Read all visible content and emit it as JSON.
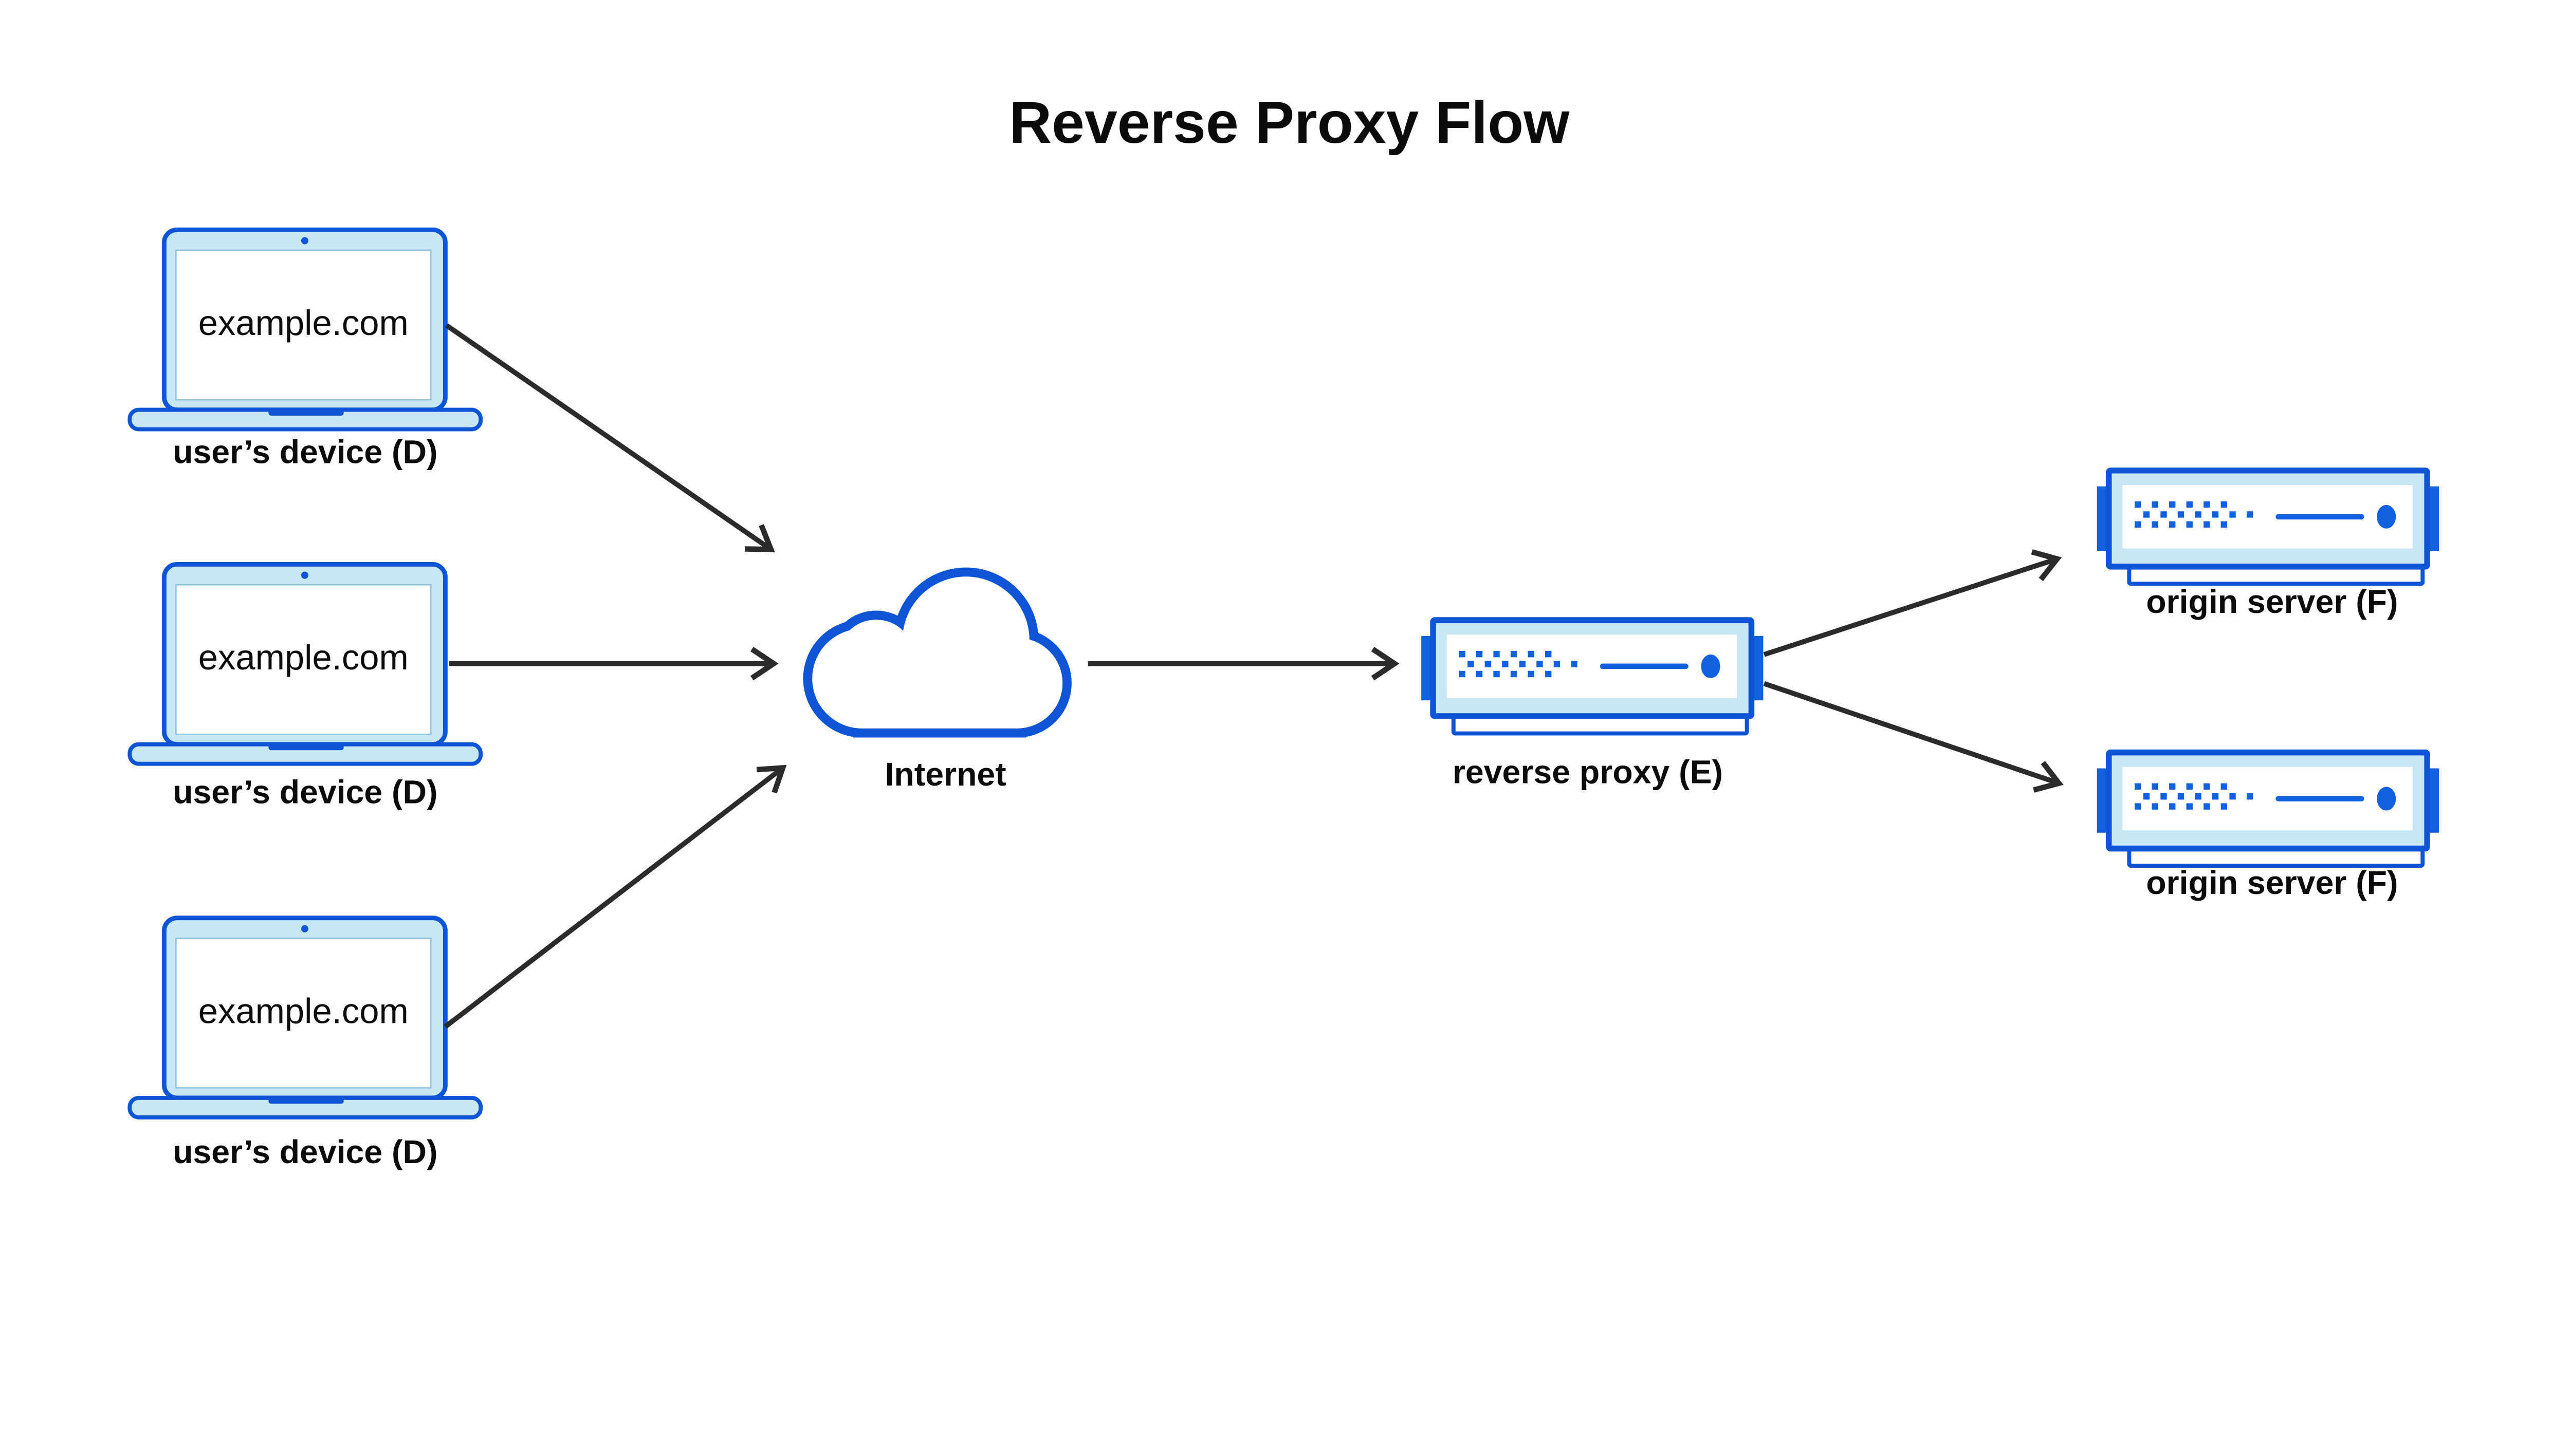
{
  "title": "Reverse Proxy Flow",
  "colors": {
    "stroke_blue": "#0d55d6",
    "solid_blue": "#1160e0",
    "light_blue": "#c8e6f3",
    "arrow": "#2b2b2b",
    "text": "#0b0b0c",
    "background": "#ffffff"
  },
  "devices": [
    {
      "screen_text": "example.com",
      "label": "user’s device (D)"
    },
    {
      "screen_text": "example.com",
      "label": "user’s device (D)"
    },
    {
      "screen_text": "example.com",
      "label": "user’s device (D)"
    }
  ],
  "internet": {
    "label": "Internet"
  },
  "reverse_proxy": {
    "label": "reverse proxy (E)"
  },
  "origin_servers": [
    {
      "label": "origin server (F)"
    },
    {
      "label": "origin server (F)"
    }
  ]
}
